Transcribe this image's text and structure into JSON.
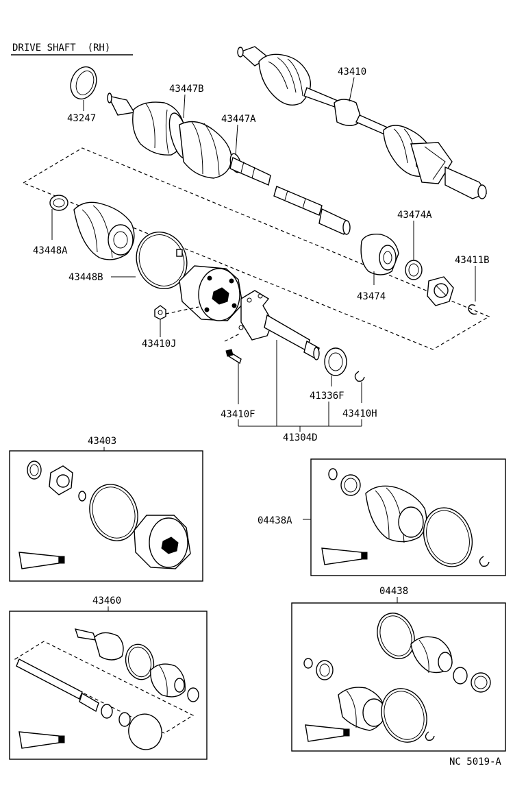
{
  "title": "DRIVE SHAFT  (RH)",
  "diagram_code": "NC 5019-A",
  "parts": {
    "p43247": "43247",
    "p43447B": "43447B",
    "p43447A": "43447A",
    "p43410": "43410",
    "p43448A": "43448A",
    "p43448B": "43448B",
    "p43410J": "43410J",
    "p43474A": "43474A",
    "p43474": "43474",
    "p43411B": "43411B",
    "p41336F": "41336F",
    "p43410H": "43410H",
    "p43410F": "43410F",
    "p41304D": "41304D"
  },
  "kits": {
    "k43403": "43403",
    "k04438A": "04438A",
    "k43460": "43460",
    "k04438": "04438"
  }
}
